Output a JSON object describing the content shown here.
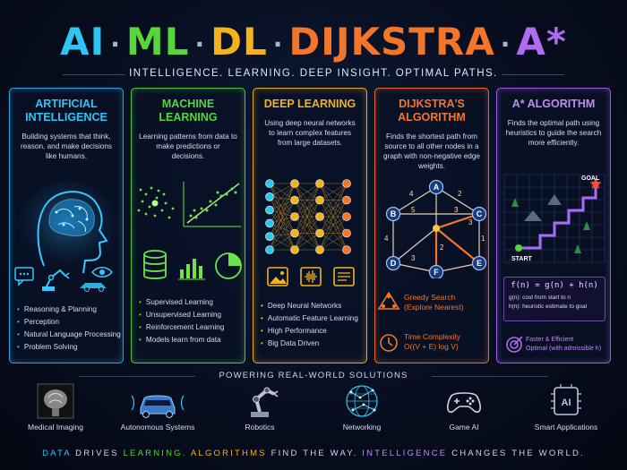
{
  "title": {
    "ai": "AI",
    "ml": "ML",
    "dl": "DL",
    "dijkstra": "DIJKSTRA",
    "astar": "A*",
    "separator": "·"
  },
  "tagline": "INTELLIGENCE. LEARNING. DEEP INSIGHT. OPTIMAL PATHS.",
  "columns": {
    "ai": {
      "heading": "ARTIFICIAL INTELLIGENCE",
      "description": "Building systems that think, reason, and make decisions like humans.",
      "bullets": [
        "Reasoning & Planning",
        "Perception",
        "Natural Language Processing",
        "Problem Solving"
      ],
      "accent": "#1fa8e8"
    },
    "ml": {
      "heading": "MACHINE LEARNING",
      "description": "Learning patterns from data to make predictions or decisions.",
      "bullets": [
        "Supervised Learning",
        "Unsupervised Learning",
        "Reinforcement Learning",
        "Models learn from data"
      ],
      "accent": "#4fc738"
    },
    "dl": {
      "heading": "DEEP LEARNING",
      "description": "Using deep neural networks to learn complex features from large datasets.",
      "bullets": [
        "Deep Neural Networks",
        "Automatic Feature Learning",
        "High Performance",
        "Big Data Driven"
      ],
      "accent": "#e8a91c"
    },
    "dijkstra": {
      "heading": "DIJKSTRA'S ALGORITHM",
      "description": "Finds the shortest path from source to all other nodes in a graph with non-negative edge weights.",
      "graph_nodes": [
        "A",
        "B",
        "C",
        "D",
        "E",
        "F"
      ],
      "graph_weights": [
        "4",
        "2",
        "5",
        "3",
        "3",
        "4",
        "2",
        "1",
        "3"
      ],
      "feature1_title": "Greedy Search",
      "feature1_sub": "(Explore Nearest)",
      "feature2_title": "Time Complexity",
      "feature2_sub": "O((V + E) log V)",
      "accent": "#e86d2a"
    },
    "astar": {
      "heading": "A* ALGORITHM",
      "description": "Finds the optimal path using heuristics to guide the search more efficiently.",
      "goal_label": "GOAL",
      "start_label": "START",
      "formula": "f(n) = g(n) + h(n)",
      "g_def": "g(n): cost from start to n",
      "h_def": "h(n): heuristic estimate to goal",
      "feature_title": "Faster & Efficient",
      "feature_sub": "Optimal (with admissible h)",
      "accent": "#9e5de6"
    }
  },
  "powering": "POWERING REAL-WORLD SOLUTIONS",
  "applications": [
    {
      "label": "Medical Imaging",
      "icon": "brain-scan-icon"
    },
    {
      "label": "Autonomous Systems",
      "icon": "car-icon"
    },
    {
      "label": "Robotics",
      "icon": "robot-arm-icon"
    },
    {
      "label": "Networking",
      "icon": "globe-network-icon"
    },
    {
      "label": "Game AI",
      "icon": "gamepad-icon"
    },
    {
      "label": "Smart Applications",
      "icon": "ai-chip-icon"
    }
  ],
  "footer": {
    "w1": "DATA",
    "w2": "DRIVES",
    "w3": "LEARNING.",
    "w4": "ALGORITHMS",
    "w5": "FIND THE WAY.",
    "w6": "INTELLIGENCE",
    "w7": "CHANGES THE WORLD."
  }
}
